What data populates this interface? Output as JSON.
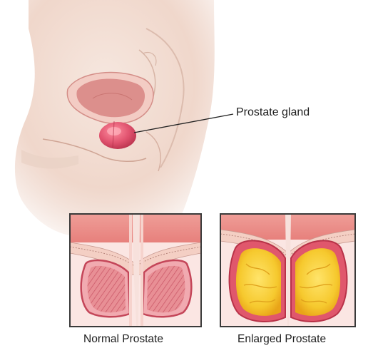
{
  "labels": {
    "callout": "Prostate gland",
    "normal_caption": "Normal Prostate",
    "enlarged_caption": "Enlarged Prostate"
  },
  "colors": {
    "skin": "#f2ddd2",
    "skin_shadow": "#d9b3a4",
    "bladder_wall": "#d98a86",
    "bladder_inner": "#e9b5b0",
    "prostate": "#e0526e",
    "panel_border": "#3a3a3a",
    "tissue_pink": "#e79ca0",
    "tissue_red": "#d23e52",
    "enlarged_yellow": "#f6c92e"
  }
}
